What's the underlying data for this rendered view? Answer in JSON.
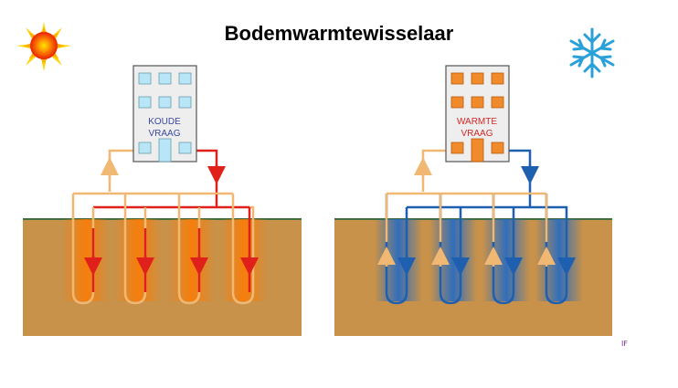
{
  "title": "Bodemwarmtewisselaar",
  "left_panel": {
    "building_label_line1": "KOUDE",
    "building_label_line2": "VRAAG",
    "icon": "sun-icon"
  },
  "right_panel": {
    "building_label_line1": "WARMTE",
    "building_label_line2": "VRAAG",
    "icon": "snowflake-icon"
  },
  "corner_mark": "IF",
  "colors": {
    "soil": "#c8924a",
    "ground_line": "#3f6f3a",
    "warm_pipe": "#e0201a",
    "cool_pipe": "#f1b873",
    "cold_pipe": "#1f5fb0",
    "heat_glow": "#ff8a00",
    "cold_glow": "#2f6fc0",
    "building": "#eeeeee",
    "cold_window": "#b9e6f6",
    "warm_window": "#f08a2a",
    "label_blue": "#3a4aa0",
    "label_red": "#d02828"
  }
}
